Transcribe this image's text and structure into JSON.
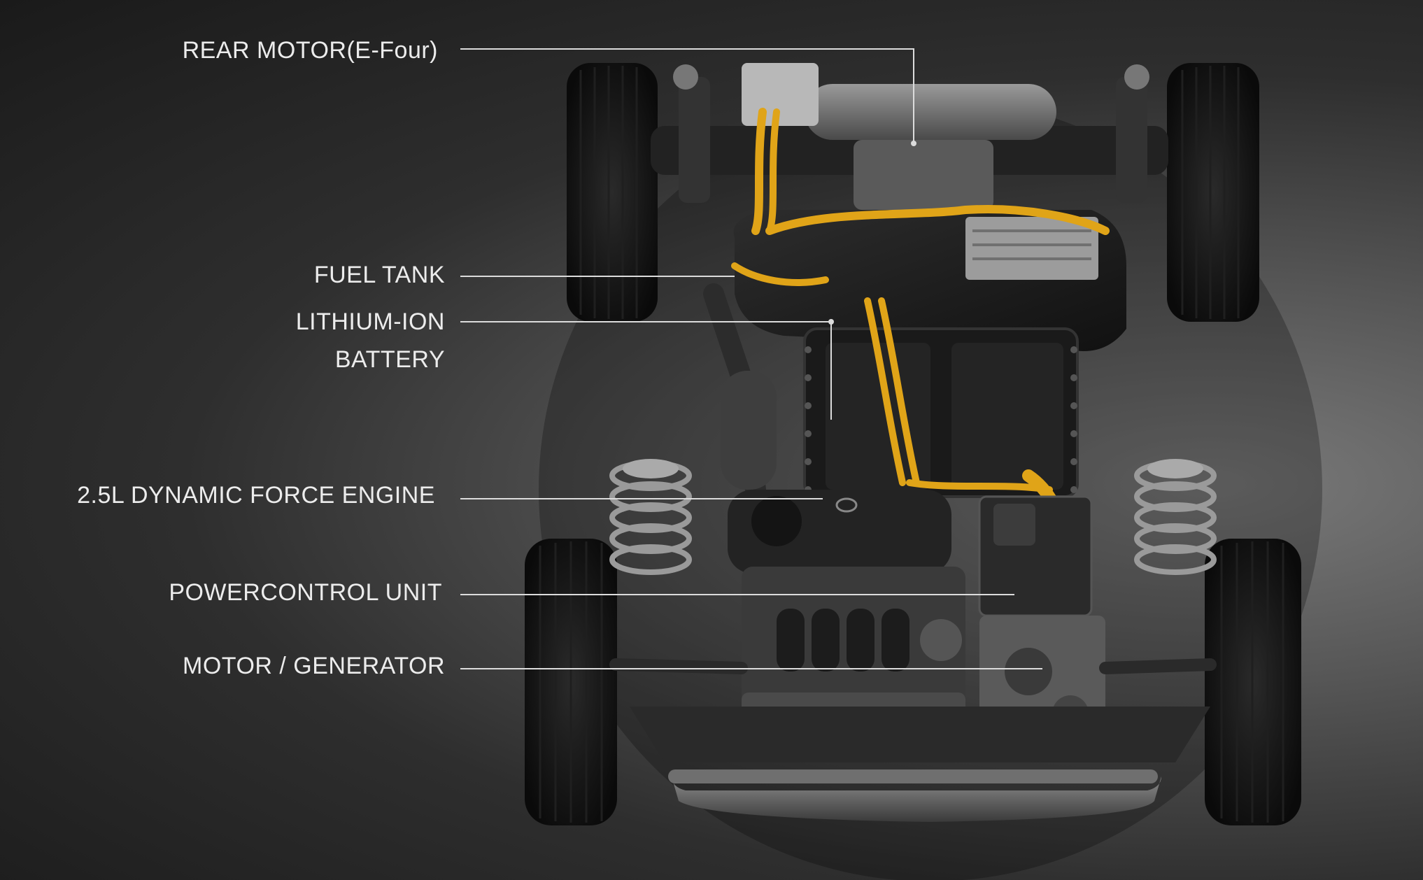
{
  "labels": {
    "rear_motor": "REAR MOTOR(E-Four)",
    "fuel_tank": "FUEL TANK",
    "battery_line1": "LITHIUM-ION",
    "battery_line2": "BATTERY",
    "engine": "2.5L DYNAMIC FORCE ENGINE",
    "pcu": "POWERCONTROL UNIT",
    "motor_generator": "MOTOR / GENERATOR"
  },
  "colors": {
    "harness": "#e0a418",
    "line": "#dcdcdc",
    "text": "#ececec"
  }
}
